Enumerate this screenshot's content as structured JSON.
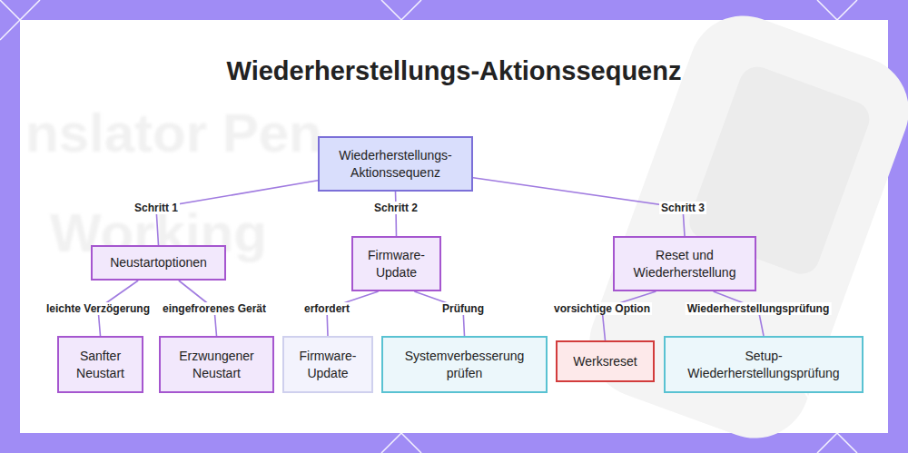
{
  "diagram": {
    "title": "Wiederherstellungs-Aktionssequenz",
    "nodes": [
      {
        "text": [
          "Wiederherstellungs-Aktionssequenz"
        ]
      },
      {
        "text": [
          "Neustartoptionen"
        ]
      },
      {
        "text": [
          "Firmware-Update"
        ]
      },
      {
        "text": [
          "Reset und Wiederherstellung"
        ]
      },
      {
        "text": [
          "Sanfter Neustart"
        ]
      },
      {
        "text": [
          "Erzwungener Neustart"
        ]
      },
      {
        "text": [
          "Firmware-Update"
        ]
      },
      {
        "text": [
          "Systemverbesserung prüfen"
        ]
      },
      {
        "text": [
          "Werksreset"
        ]
      },
      {
        "text": [
          "Setup-Wiederherstellungsprüfung"
        ]
      }
    ],
    "edges": [
      {
        "from": 0,
        "to": 1,
        "label": "Schritt 1",
        "arrow": "none"
      },
      {
        "from": 0,
        "to": 2,
        "label": "Schritt 2",
        "arrow": "none"
      },
      {
        "from": 0,
        "to": 3,
        "label": "Schritt 3",
        "arrow": "none"
      },
      {
        "from": 1,
        "to": 4,
        "label": "leichte Verzögerung",
        "arrow": "none"
      },
      {
        "from": 1,
        "to": 5,
        "label": "eingefrorenes Gerät",
        "arrow": "none"
      },
      {
        "from": 2,
        "to": 6,
        "label": "erfordert",
        "arrow": "none"
      },
      {
        "from": 2,
        "to": 7,
        "label": "Prüfung",
        "arrow": "none"
      },
      {
        "from": 3,
        "to": 8,
        "label": "vorsichtige Option",
        "arrow": "none"
      },
      {
        "from": 3,
        "to": 9,
        "label": "Wiederherstellungsprüfung",
        "arrow": "none"
      }
    ],
    "labels": [
      "nslator Pen",
      "Working"
    ]
  }
}
